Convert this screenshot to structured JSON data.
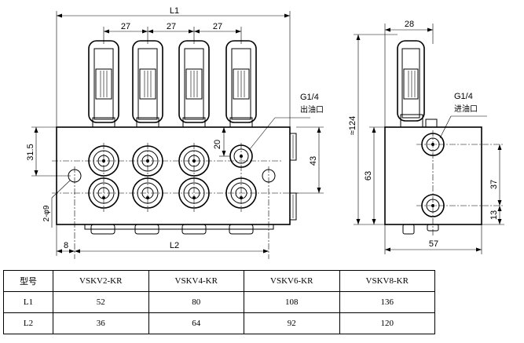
{
  "front_view": {
    "dims": {
      "L1": "L1",
      "pitch": [
        "27",
        "27",
        "27"
      ],
      "height_31_5": "31.5",
      "d20": "20",
      "d43": "43",
      "mount_hole": "2-φ9",
      "left_offset": "8",
      "L2": "L2"
    },
    "outlet_thread": "G1/4",
    "outlet_label": "出油口"
  },
  "side_view": {
    "dims": {
      "width_top": "28",
      "overall_height": "≈124",
      "body_height": "63",
      "d37": "37",
      "d13": "13",
      "body_width": "57"
    },
    "inlet_thread": "G1/4",
    "inlet_label": "进油口"
  },
  "table": {
    "header": [
      "型号",
      "VSKV2-KR",
      "VSKV4-KR",
      "VSKV6-KR",
      "VSKV8-KR"
    ],
    "rows": [
      [
        "L1",
        "52",
        "80",
        "108",
        "136"
      ],
      [
        "L2",
        "36",
        "64",
        "92",
        "120"
      ]
    ]
  }
}
